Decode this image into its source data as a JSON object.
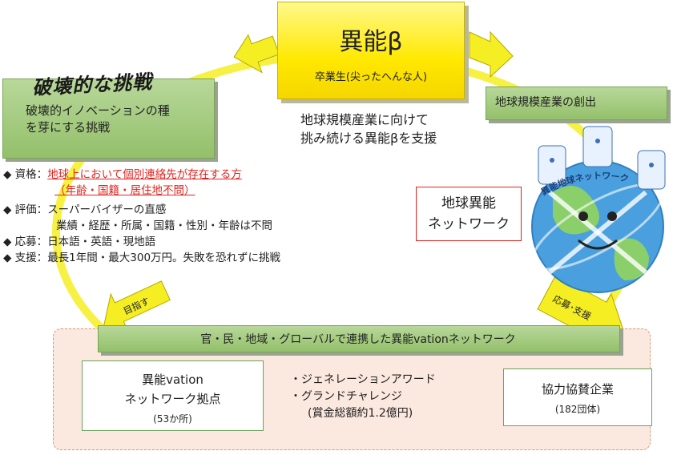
{
  "beta": {
    "title": "異能β",
    "subtitle": "卒業生(尖ったへんな人)",
    "caption_line1": "地球規模産業に向けて",
    "caption_line2": "挑み続ける異能βを支援"
  },
  "challenge": {
    "title": "破壊的な挑戦",
    "line1": "破壊的イノベーションの種",
    "line2": "を芽にする挑戦"
  },
  "global_industry": {
    "label": "地球規模産業の創出"
  },
  "criteria": [
    {
      "key": "◆ 資格：",
      "value": "地球上において個別連絡先が存在する方",
      "value2": "（年齢・国籍・居住地不問）"
    },
    {
      "key": "◆ 評価：",
      "value": "スーパーバイザーの直感",
      "value2": "業績・経歴・所属・国籍・性別・年齢は不問"
    },
    {
      "key": "◆ 応募：",
      "value": "日本語・英語・現地語"
    },
    {
      "key": "◆ 支援：",
      "value": "最長1年間・最大300万円。失敗を恐れずに挑戦"
    }
  ],
  "network": {
    "line1": "地球異能",
    "line2": "ネットワーク"
  },
  "globe_banner": "異能地球ネットワーク",
  "alliance": "官・民・地域・グローバルで連携した異能vationネットワーク",
  "hubs": {
    "line1": "異能vation",
    "line2": "ネットワーク拠点",
    "line3": "(53か所)"
  },
  "sponsors": {
    "line1": "協力協賛企業",
    "line2": "(182団体)"
  },
  "award": {
    "line1": "・ジェネレーションアワード",
    "line2": "・グランドチャレンジ",
    "line3": "(賞金総額約1.2億円)"
  },
  "arrows": {
    "aim": "目指す",
    "apply": "応募･支援"
  },
  "colors": {
    "loop": "#f4ee22",
    "beta_box": "#ffe800",
    "green_box": "#9cc677",
    "red": "#e0231e",
    "orange_arrow": "#e8711a",
    "green_arrow": "#34a236",
    "bottom_bg": "#fbe8de"
  }
}
